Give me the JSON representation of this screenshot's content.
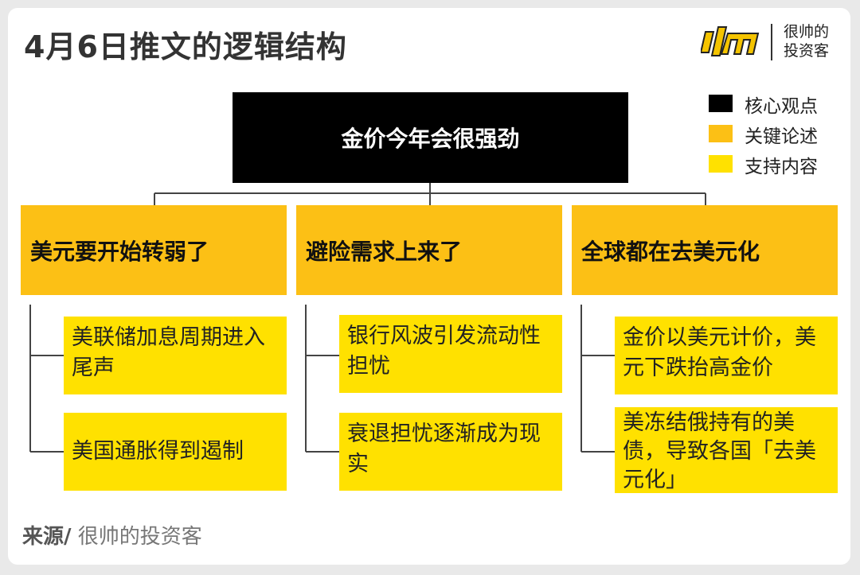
{
  "title": "4月6日推文的逻辑结构",
  "logo": {
    "line1": "很帅的",
    "line2": "投资客"
  },
  "legend": [
    {
      "label": "核心观点",
      "color": "#000000"
    },
    {
      "label": "关键论述",
      "color": "#fcc015"
    },
    {
      "label": "支持内容",
      "color": "#ffe100"
    }
  ],
  "core": "金价今年会很强劲",
  "branches": [
    {
      "title": "美元要开始转弱了",
      "supports": [
        "美联储加息周期进入尾声",
        "美国通胀得到遏制"
      ]
    },
    {
      "title": "避险需求上来了",
      "supports": [
        "银行风波引发流动性担忧",
        "衰退担忧逐渐成为现实"
      ]
    },
    {
      "title": "全球都在去美元化",
      "supports": [
        "金价以美元计价，美元下跌抬高金价",
        "美冻结俄持有的美债，导致各国「去美元化」"
      ]
    }
  ],
  "source": {
    "label": "来源/",
    "text": " 很帅的投资客"
  }
}
